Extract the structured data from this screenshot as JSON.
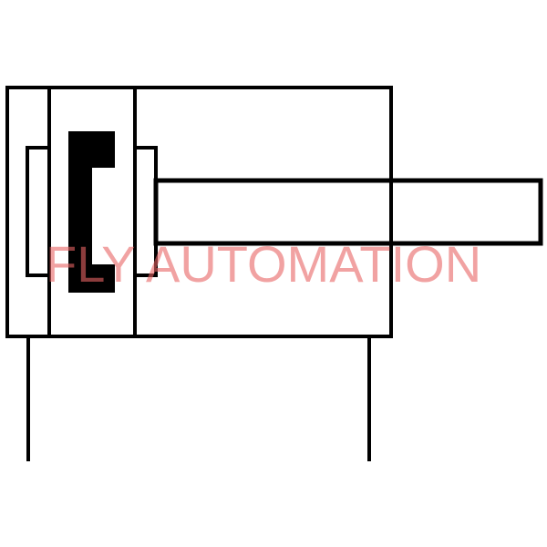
{
  "diagram": {
    "type": "pneumatic-cylinder-symbol",
    "description": "Single-rod cylinder with cushioning / magnetic piston symbol",
    "colors": {
      "stroke": "#000000",
      "background": "#ffffff",
      "watermark": "#e86464"
    },
    "components": [
      {
        "name": "cylinder-body"
      },
      {
        "name": "end-cap-left"
      },
      {
        "name": "piston-section"
      },
      {
        "name": "magnetic-piston-marker"
      },
      {
        "name": "piston-rod"
      },
      {
        "name": "port-left"
      },
      {
        "name": "port-right"
      }
    ]
  },
  "watermark": {
    "text": "FLY AUTOMATION"
  }
}
